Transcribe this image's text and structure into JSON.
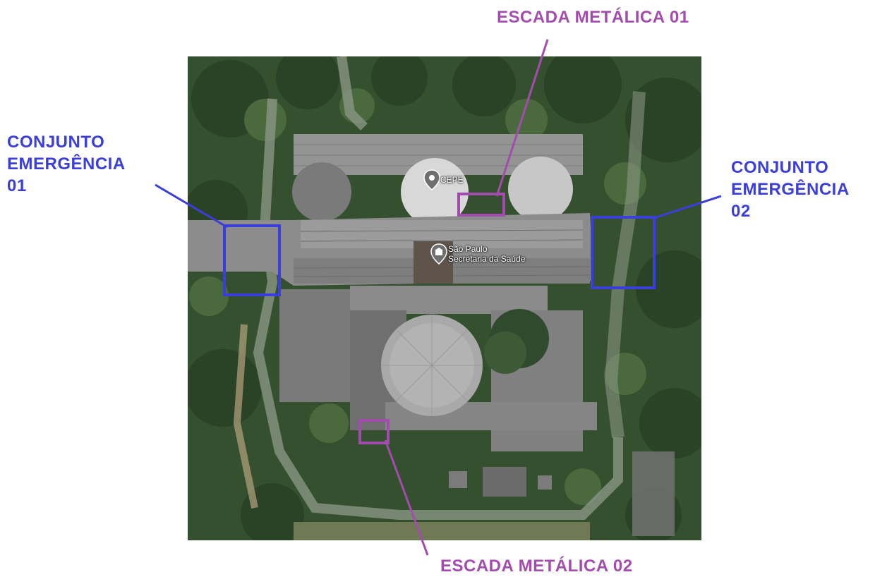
{
  "labels": {
    "escada_01": "ESCADA METÁLICA 01",
    "escada_02": "ESCADA METÁLICA 02",
    "conjunto_01": [
      "CONJUNTO",
      "EMERGÊNCIA",
      "01"
    ],
    "conjunto_02": [
      "CONJUNTO",
      "EMERGÊNCIA",
      "02"
    ]
  },
  "map": {
    "pin_cepe": "CEPE",
    "pin_saude": [
      "São Paulo",
      "Secretaria da Saúde"
    ]
  },
  "colors": {
    "emergency": "#3b3fd9",
    "stair": "#a24cad",
    "pin": "#6f6f6f",
    "roof": "#8e8e8e",
    "tree": "#2f4a2c"
  },
  "icons": {
    "pin_cepe": "map-pin-icon",
    "pin_saude": "museum-pin-icon"
  }
}
